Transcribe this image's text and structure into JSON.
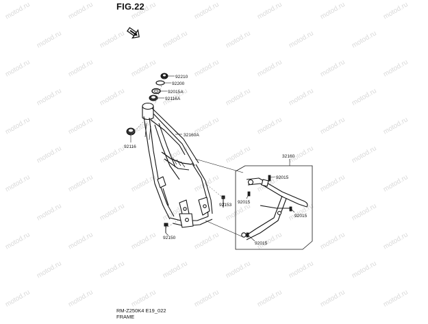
{
  "figure": {
    "title": "FIG.22"
  },
  "watermark": {
    "text": "motod.ru"
  },
  "footer": {
    "model_line": "RM-Z250K4 E19_022",
    "section_name": "FRAME"
  },
  "parts": {
    "p92210": "92210",
    "p92200": "92200",
    "p92015A": "92015A",
    "p92116A": "92116A",
    "p92116": "92116",
    "p32160A": "32160A",
    "p32160": "32160",
    "p92015_top": "92015",
    "p92015_left": "92015",
    "p92015_right": "92015",
    "p92015_bottom": "92015",
    "p92153": "92153",
    "p92150": "92150"
  },
  "icons": {
    "direction": "front-direction-arrow-icon"
  }
}
